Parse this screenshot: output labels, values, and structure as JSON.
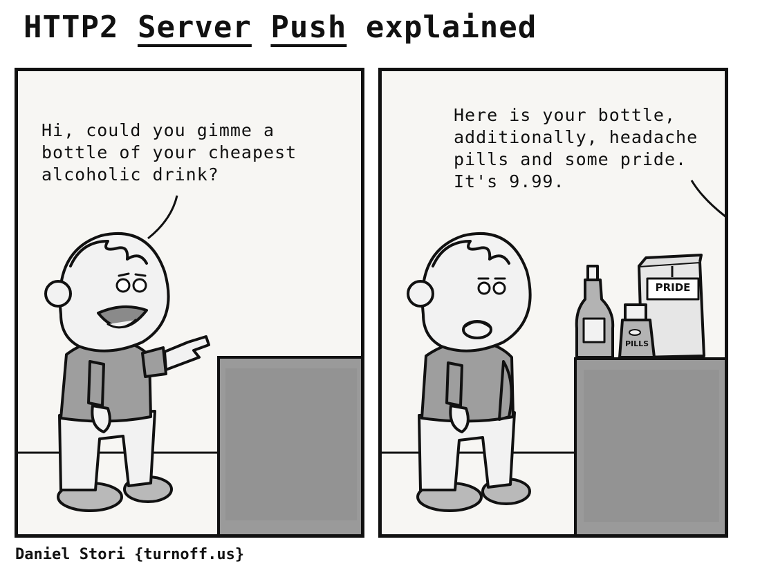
{
  "title": {
    "part1": "HTTP2 ",
    "part2": "Server",
    "part3": " ",
    "part4": "Push",
    "part5": " explained"
  },
  "panels": [
    {
      "speech": "Hi, could you gimme a\nbottle of your cheapest\nalcoholic drink?"
    },
    {
      "speech": "Here is your bottle,\nadditionally, headache\npills and some pride.\nIt's 9.99.",
      "box_label": "PRIDE",
      "pills_label": "PILLS"
    }
  ],
  "credit": "Daniel Stori {turnoff.us}"
}
